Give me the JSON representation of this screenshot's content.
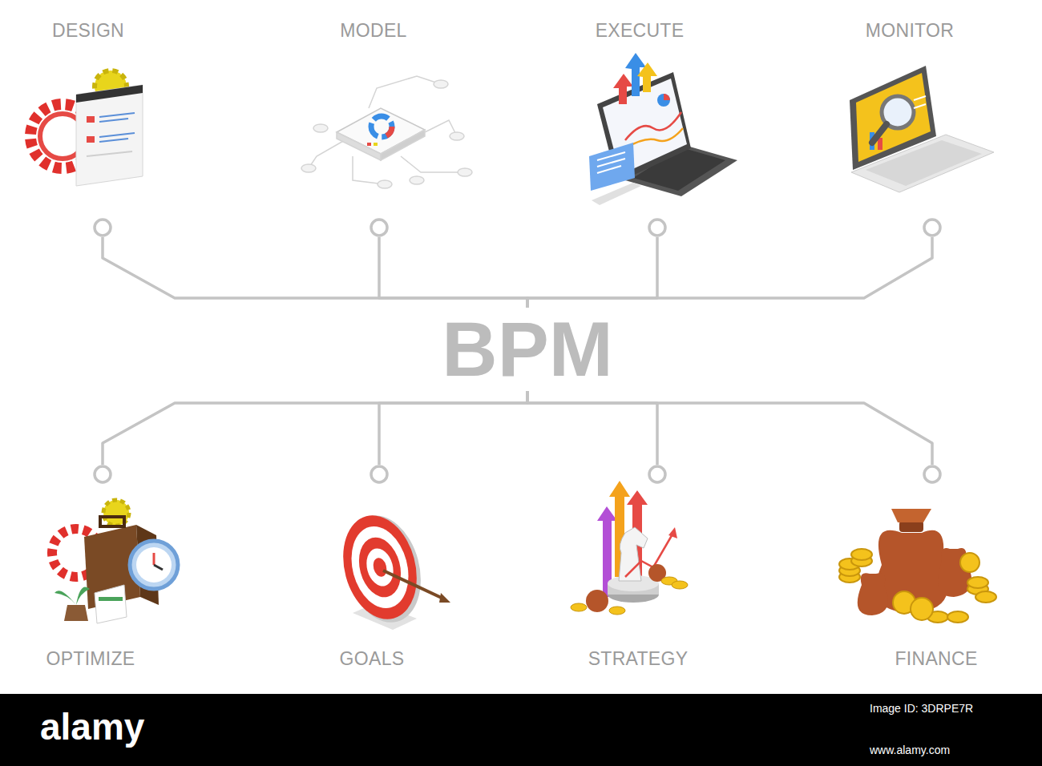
{
  "diagram": {
    "nodes": [
      {
        "text": [
          "BPM"
        ]
      },
      {
        "text": [
          "DESIGN"
        ]
      },
      {
        "text": [
          "MODEL"
        ]
      },
      {
        "text": [
          "EXECUTE"
        ]
      },
      {
        "text": [
          "MONITOR"
        ]
      },
      {
        "text": [
          "OPTIMIZE"
        ]
      },
      {
        "text": [
          "GOALS"
        ]
      },
      {
        "text": [
          "STRATEGY"
        ]
      },
      {
        "text": [
          "FINANCE"
        ]
      }
    ],
    "edges": [
      {
        "from": 0,
        "to": 1,
        "arrow": "none"
      },
      {
        "from": 0,
        "to": 2,
        "arrow": "none"
      },
      {
        "from": 0,
        "to": 3,
        "arrow": "none"
      },
      {
        "from": 0,
        "to": 4,
        "arrow": "none"
      },
      {
        "from": 0,
        "to": 5,
        "arrow": "none"
      },
      {
        "from": 0,
        "to": 6,
        "arrow": "none"
      },
      {
        "from": 0,
        "to": 7,
        "arrow": "none"
      },
      {
        "from": 0,
        "to": 8,
        "arrow": "none"
      }
    ],
    "labels": [
      "alamy",
      "Image ID: 3DRPE7R",
      "www.alamy.com"
    ]
  }
}
